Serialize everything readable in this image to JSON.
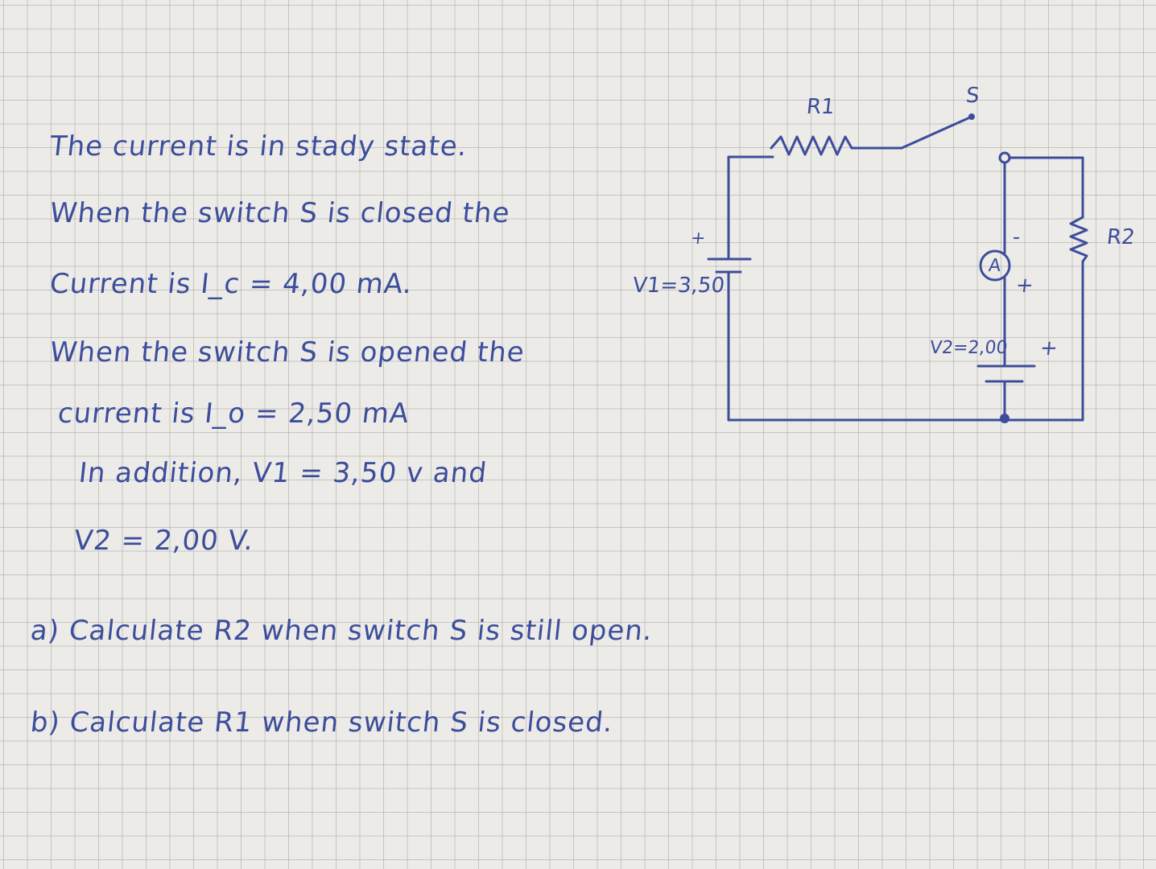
{
  "problem": {
    "lines": [
      "The current is in stady state.",
      "When the switch S is closed the",
      "Current is I_c = 4,00 mA.",
      "When the switch S is opened the",
      "current is I_o = 2,50 mA",
      "In addition, V1 = 3,50 v and",
      "V2 = 2,00 V."
    ],
    "question_a": "a) Calculate R2 when switch S is still open.",
    "question_b": "b) Calculate R1 when switch S is closed."
  },
  "circuit": {
    "r1_label": "R1",
    "r2_label": "R2",
    "switch_label": "S",
    "ammeter_label": "A",
    "v1_label": "V1=3,50",
    "v2_label": "V2=2,00",
    "plus_sign": "+",
    "minus_sign": "-"
  },
  "colors": {
    "ink": "#3c4d9c",
    "paper": "#ecebe7",
    "grid": "#969696"
  }
}
